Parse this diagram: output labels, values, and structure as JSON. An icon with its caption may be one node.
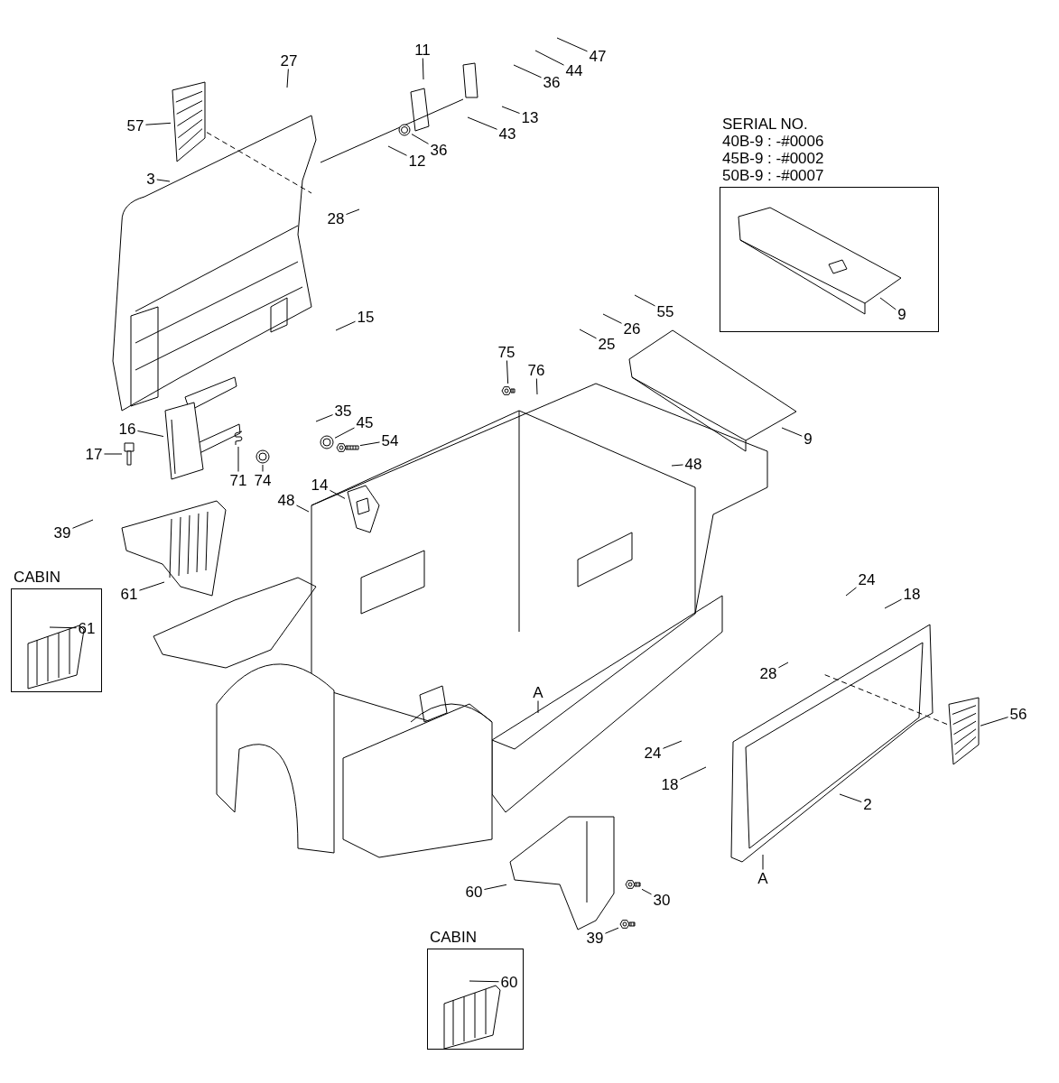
{
  "diagram": {
    "nodes": [
      {
        "text": [
          "27"
        ]
      },
      {
        "text": [
          "11"
        ]
      },
      {
        "text": [
          "47"
        ]
      },
      {
        "text": [
          "44"
        ]
      },
      {
        "text": [
          "36"
        ]
      },
      {
        "text": [
          "57"
        ]
      },
      {
        "text": [
          "13"
        ]
      },
      {
        "text": [
          "43"
        ]
      },
      {
        "text": [
          "36"
        ]
      },
      {
        "text": [
          "12"
        ]
      },
      {
        "text": [
          "3"
        ]
      },
      {
        "text": [
          "28"
        ]
      },
      {
        "text": [
          "SERIAL NO.",
          "40B-9 : -#0006",
          "45B-9 : -#0002",
          "50B-9 : -#0007"
        ]
      },
      {
        "text": [
          "9"
        ],
        "in": 12
      },
      {
        "text": [
          "15"
        ]
      },
      {
        "text": [
          "55"
        ]
      },
      {
        "text": [
          "26"
        ]
      },
      {
        "text": [
          "25"
        ]
      },
      {
        "text": [
          "75"
        ]
      },
      {
        "text": [
          "76"
        ]
      },
      {
        "text": [
          "35"
        ]
      },
      {
        "text": [
          "45"
        ]
      },
      {
        "text": [
          "54"
        ]
      },
      {
        "text": [
          "16"
        ]
      },
      {
        "text": [
          "9"
        ]
      },
      {
        "text": [
          "17"
        ]
      },
      {
        "text": [
          "71"
        ]
      },
      {
        "text": [
          "74"
        ]
      },
      {
        "text": [
          "14"
        ]
      },
      {
        "text": [
          "48"
        ]
      },
      {
        "text": [
          "48"
        ]
      },
      {
        "text": [
          "39"
        ]
      },
      {
        "text": [
          "CABIN"
        ]
      },
      {
        "text": [
          "61"
        ],
        "in": 32
      },
      {
        "text": [
          "61"
        ]
      },
      {
        "text": [
          "24"
        ]
      },
      {
        "text": [
          "18"
        ]
      },
      {
        "text": [
          "28"
        ]
      },
      {
        "text": [
          "56"
        ]
      },
      {
        "text": [
          "A"
        ]
      },
      {
        "text": [
          "24"
        ]
      },
      {
        "text": [
          "18"
        ]
      },
      {
        "text": [
          "2"
        ]
      },
      {
        "text": [
          "A"
        ]
      },
      {
        "text": [
          "60"
        ]
      },
      {
        "text": [
          "30"
        ]
      },
      {
        "text": [
          "39"
        ]
      },
      {
        "text": [
          "CABIN"
        ]
      },
      {
        "text": [
          "60"
        ],
        "in": 47
      },
      {
        "text": [],
        "shape": "picture"
      },
      {
        "text": [],
        "shape": "picture"
      },
      {
        "text": [],
        "shape": "picture"
      },
      {
        "text": [],
        "shape": "picture"
      },
      {
        "text": [],
        "shape": "picture"
      },
      {
        "text": [],
        "shape": "picture"
      },
      {
        "text": [],
        "shape": "picture"
      },
      {
        "text": [],
        "shape": "picture"
      },
      {
        "text": [],
        "shape": "picture"
      },
      {
        "text": [],
        "shape": "picture"
      },
      {
        "text": [],
        "shape": "picture"
      },
      {
        "text": [],
        "shape": "picture"
      },
      {
        "text": [],
        "shape": "picture"
      },
      {
        "text": [],
        "shape": "picture"
      }
    ],
    "edges": [
      {
        "from": 0,
        "to": null,
        "arrow": "none"
      },
      {
        "from": 1,
        "to": null,
        "arrow": "none"
      },
      {
        "from": 2,
        "to": null,
        "arrow": "none"
      },
      {
        "from": 3,
        "to": null,
        "arrow": "none"
      },
      {
        "from": 4,
        "to": null,
        "arrow": "none"
      },
      {
        "from": 5,
        "to": 49,
        "arrow": "none"
      },
      {
        "from": 6,
        "to": null,
        "arrow": "none"
      },
      {
        "from": 7,
        "to": null,
        "arrow": "none"
      },
      {
        "from": 8,
        "to": 51,
        "arrow": "none"
      },
      {
        "from": 9,
        "to": null,
        "arrow": "none"
      },
      {
        "from": 10,
        "to": null,
        "arrow": "none"
      },
      {
        "from": 11,
        "to": null,
        "arrow": "none"
      },
      {
        "from": 13,
        "to": null,
        "arrow": "none"
      },
      {
        "from": 14,
        "to": null,
        "arrow": "none"
      },
      {
        "from": 15,
        "to": null,
        "arrow": "none"
      },
      {
        "from": 16,
        "to": null,
        "arrow": "none"
      },
      {
        "from": 17,
        "to": null,
        "arrow": "none"
      },
      {
        "from": 18,
        "to": 52,
        "arrow": "none"
      },
      {
        "from": 19,
        "to": null,
        "arrow": "none"
      },
      {
        "from": 20,
        "to": null,
        "arrow": "none"
      },
      {
        "from": 21,
        "to": 53,
        "arrow": "none"
      },
      {
        "from": 22,
        "to": 54,
        "arrow": "none"
      },
      {
        "from": 23,
        "to": 55,
        "arrow": "none"
      },
      {
        "from": 24,
        "to": null,
        "arrow": "none"
      },
      {
        "from": 25,
        "to": 56,
        "arrow": "none"
      },
      {
        "from": 26,
        "to": 61,
        "arrow": "none"
      },
      {
        "from": 27,
        "to": 57,
        "arrow": "none"
      },
      {
        "from": 28,
        "to": 62,
        "arrow": "none"
      },
      {
        "from": 29,
        "to": null,
        "arrow": "none"
      },
      {
        "from": 30,
        "to": null,
        "arrow": "none"
      },
      {
        "from": 31,
        "to": null,
        "arrow": "none"
      },
      {
        "from": 33,
        "to": null,
        "arrow": "none"
      },
      {
        "from": 34,
        "to": null,
        "arrow": "none"
      },
      {
        "from": 35,
        "to": null,
        "arrow": "none"
      },
      {
        "from": 36,
        "to": null,
        "arrow": "none"
      },
      {
        "from": 37,
        "to": null,
        "arrow": "none"
      },
      {
        "from": 38,
        "to": 50,
        "arrow": "none"
      },
      {
        "from": 39,
        "to": null,
        "arrow": "none"
      },
      {
        "from": 40,
        "to": null,
        "arrow": "none"
      },
      {
        "from": 41,
        "to": null,
        "arrow": "none"
      },
      {
        "from": 42,
        "to": null,
        "arrow": "none"
      },
      {
        "from": 43,
        "to": null,
        "arrow": "none"
      },
      {
        "from": 44,
        "to": 58,
        "arrow": "none"
      },
      {
        "from": 45,
        "to": 59,
        "arrow": "none"
      },
      {
        "from": 46,
        "to": 60,
        "arrow": "none"
      },
      {
        "from": 48,
        "to": null,
        "arrow": "none"
      },
      {
        "from": 49,
        "to": null,
        "arrow": "none",
        "style": "dashed"
      },
      {
        "from": 50,
        "to": null,
        "arrow": "none",
        "style": "dashed"
      }
    ]
  }
}
